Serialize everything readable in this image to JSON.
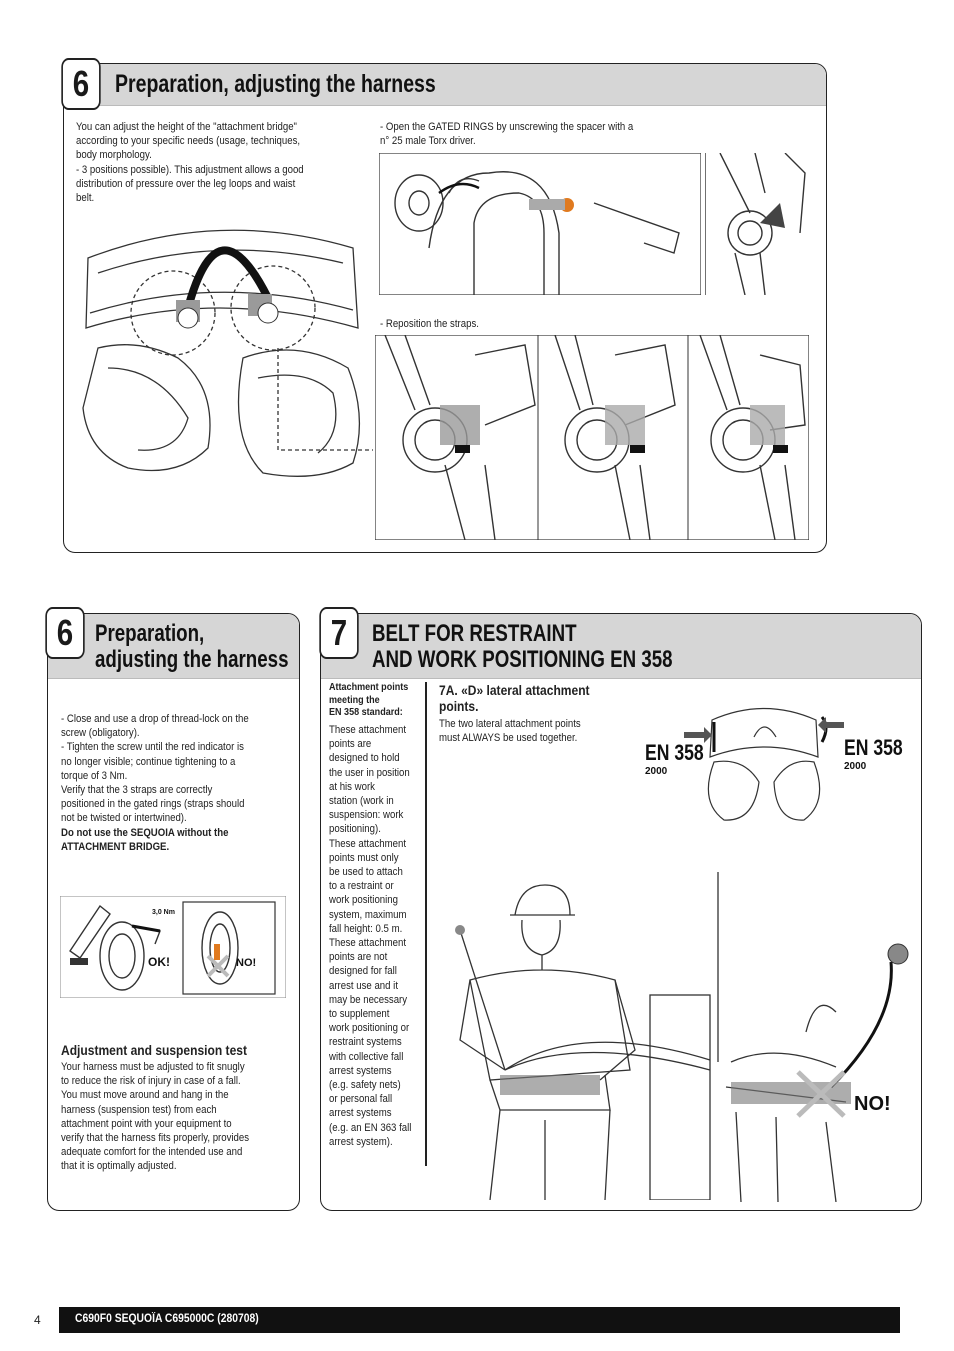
{
  "section_top": {
    "number": "6",
    "title": "Preparation, adjusting the harness",
    "intro_text": "You can adjust the height of the \"attachment bridge\"\naccording to your specific needs (usage, techniques,\nbody morphology.\n- 3 positions possible). This adjustment allows a good\ndistribution of pressure over the leg loops and waist\nbelt.",
    "gated_rings_text": "- Open the GATED RINGS by unscrewing the spacer with a\nn° 25 male Torx driver.",
    "reposition_text": "- Reposition the straps."
  },
  "section_left": {
    "number": "6",
    "title": "Preparation,\nadjusting the harness",
    "instructions": "- Close and use a drop of thread-lock on the\nscrew (obligatory).\n- Tighten the screw until the red indicator is\nno longer visible; continue tightening to a\ntorque of 3 Nm.\nVerify that the 3 straps are correctly\npositioned in the gated rings (straps should\nnot be twisted or intertwined).",
    "warning": "Do not use the SEQUOIA without the\nATTACHMENT BRIDGE.",
    "fig_torque": "3,0 Nm",
    "fig_ok": "OK!",
    "fig_no": "NO!",
    "test_heading": "Adjustment and suspension test",
    "test_text": "Your harness must be adjusted to fit snugly\nto reduce the risk of injury in case of a fall.\nYou must move around and hang in the\nharness (suspension test) from each\nattachment point with your equipment to\nverify that the harness fits properly, provides\nadequate comfort for the intended use and\nthat it is optimally adjusted."
  },
  "section_right": {
    "number": "7",
    "title": "BELT FOR RESTRAINT\nAND WORK POSITIONING EN 358",
    "sidebar_bold": "Attachment points\nmeeting the\nEN 358 standard:",
    "sidebar_text": "These attachment\npoints are\ndesigned to hold\nthe user in position\nat his work\nstation (work in\nsuspension: work\npositioning).\nThese attachment\npoints must only\nbe used to attach\nto a restraint or\nwork positioning\nsystem, maximum\nfall height: 0.5 m.\nThese attachment\npoints are not\ndesigned for fall\narrest use and it\nmay be necessary\nto supplement\nwork positioning or\nrestraint systems\nwith collective fall\narrest systems\n(e.g. safety nets)\nor personal fall\narrest systems\n(e.g. an EN 363 fall\narrest system).",
    "sub_heading": "7A. «D» lateral attachment\npoints.",
    "sub_text": "The two lateral attachment points\nmust ALWAYS be used together.",
    "en_left_big": "EN 358",
    "en_left_year": "2000",
    "en_right_big": "EN 358",
    "en_right_year": "2000",
    "no_label": "NO!"
  },
  "footer": {
    "page_number": "4",
    "doc_ref": "C690F0 SEQUOÏA C695000C (280708)"
  }
}
